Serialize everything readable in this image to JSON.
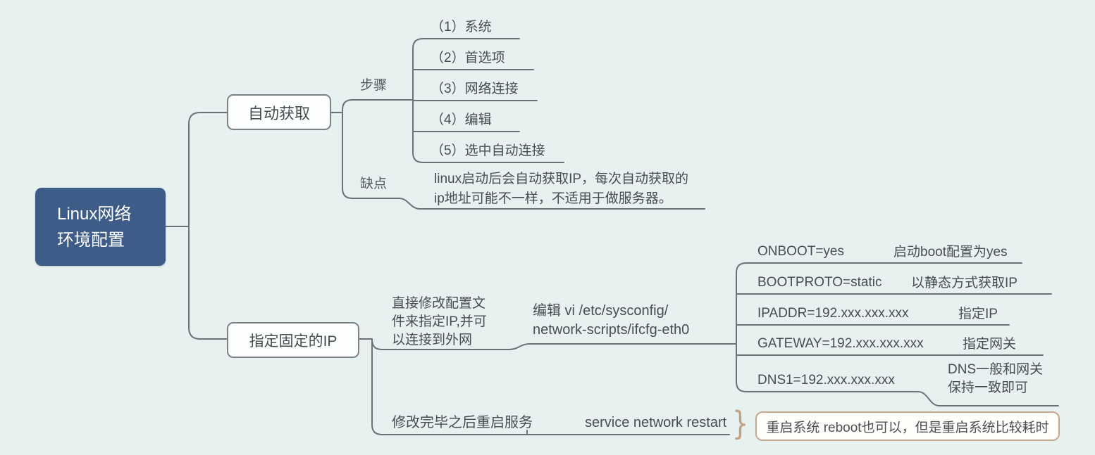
{
  "colors": {
    "background": "#e6f1f0",
    "root_fill": "#3e5c88",
    "root_text": "#ffffff",
    "line": "#6d7375",
    "topic_border": "#7b8184",
    "note_border": "#c7a78b",
    "text": "#474d50"
  },
  "root": {
    "line1": "Linux网络",
    "line2": "环境配置"
  },
  "auto": {
    "label": "自动获取",
    "steps_label": "步骤",
    "steps": [
      "（1）系统",
      "（2）首选项",
      "（3）网络连接",
      "（4）编辑",
      "（5）选中自动连接"
    ],
    "cons_label": "缺点",
    "cons_line1": "linux启动后会自动获取IP，每次自动获取的",
    "cons_line2": "ip地址可能不一样，不适用于做服务器。"
  },
  "static": {
    "label": "指定固定的IP",
    "method_line1": "直接修改配置文",
    "method_line2": "件来指定IP,并可",
    "method_line3": "以连接到外网",
    "edit_line1": "编辑 vi /etc/sysconfig/",
    "edit_line2": "network-scripts/ifcfg-eth0",
    "configs": [
      {
        "key": "ONBOOT=yes",
        "desc": "启动boot配置为yes"
      },
      {
        "key": "BOOTPROTO=static",
        "desc": "以静态方式获取IP"
      },
      {
        "key": "IPADDR=192.xxx.xxx.xxx",
        "desc": "指定IP"
      },
      {
        "key": "GATEWAY=192.xxx.xxx.xxx",
        "desc": "指定网关"
      },
      {
        "key": "DNS1=192.xxx.xxx.xxx",
        "desc_line1": "DNS一般和网关",
        "desc_line2": "保持一致即可"
      }
    ],
    "restart_label": "修改完毕之后重启服务",
    "restart_cmd": "service network restart",
    "brace": "}",
    "note": "重启系统 reboot也可以，但是重启系统比较耗时"
  }
}
